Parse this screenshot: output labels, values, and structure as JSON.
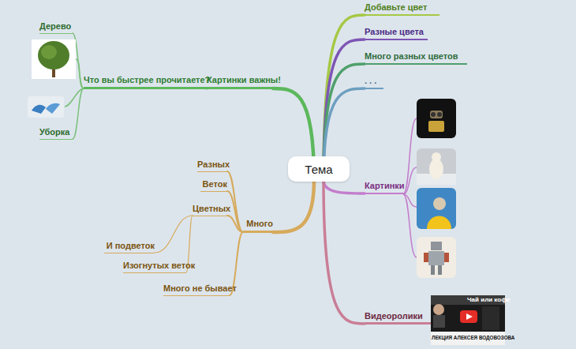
{
  "diagram": {
    "nodes": [
      {
        "text": [
          "Тема"
        ]
      },
      {
        "text": [
          "Добавьте цвет"
        ]
      },
      {
        "text": [
          "Разные цвета"
        ]
      },
      {
        "text": [
          "Много разных цветов"
        ]
      },
      {
        "text": [
          ". . ."
        ]
      },
      {
        "text": [
          "Картинки"
        ]
      },
      {
        "text": [
          "Видеоролики"
        ]
      },
      {
        "text": [
          "Картинки важны!"
        ]
      },
      {
        "text": [
          "Что вы быстрее прочитаете?"
        ]
      },
      {
        "text": [
          "Дерево"
        ]
      },
      {
        "text": [
          "Уборка"
        ]
      },
      {
        "text": [
          "Много"
        ]
      },
      {
        "text": [
          "Разных"
        ]
      },
      {
        "text": [
          "Веток"
        ]
      },
      {
        "text": [
          "Цветных"
        ]
      },
      {
        "text": [
          "И подветок"
        ]
      },
      {
        "text": [
          "Изогнутых веток"
        ]
      },
      {
        "text": [
          "Много не бывает"
        ]
      }
    ],
    "edges": [
      {
        "from": 0,
        "to": 1,
        "arrow": "none"
      },
      {
        "from": 0,
        "to": 2,
        "arrow": "none"
      },
      {
        "from": 0,
        "to": 3,
        "arrow": "none"
      },
      {
        "from": 0,
        "to": 4,
        "arrow": "none"
      },
      {
        "from": 0,
        "to": 5,
        "arrow": "none"
      },
      {
        "from": 0,
        "to": 6,
        "arrow": "none"
      },
      {
        "from": 0,
        "to": 7,
        "arrow": "none"
      },
      {
        "from": 7,
        "to": 8,
        "arrow": "none"
      },
      {
        "from": 8,
        "to": 9,
        "arrow": "none"
      },
      {
        "from": 8,
        "to": 10,
        "arrow": "none"
      },
      {
        "from": 0,
        "to": 11,
        "arrow": "none"
      },
      {
        "from": 11,
        "to": 12,
        "arrow": "none"
      },
      {
        "from": 11,
        "to": 13,
        "arrow": "none"
      },
      {
        "from": 11,
        "to": 14,
        "arrow": "none"
      },
      {
        "from": 14,
        "to": 15,
        "arrow": "none"
      },
      {
        "from": 14,
        "to": 16,
        "arrow": "none"
      },
      {
        "from": 11,
        "to": 17,
        "arrow": "none"
      }
    ],
    "labels": [
      "Чай или кофе",
      "ЛЕКЦИЯ АЛЕКСЕЯ ВОДОВОЗОВА"
    ]
  }
}
